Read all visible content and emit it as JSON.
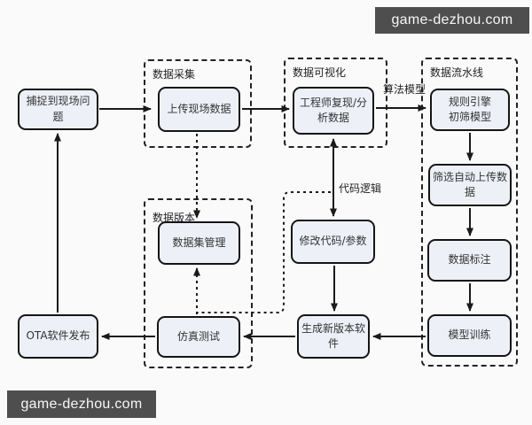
{
  "watermarks": {
    "top": "game-dezhou.com",
    "bottom": "game-dezhou.com"
  },
  "containers": {
    "data_collection": {
      "label": "数据采集"
    },
    "data_visualization": {
      "label": "数据可视化"
    },
    "data_pipeline": {
      "label": "数据流水线"
    },
    "data_version": {
      "label": "数据版本"
    }
  },
  "nodes": {
    "capture_issue": {
      "label": "捕捉到现场问题"
    },
    "upload_data": {
      "label": "上传现场数据"
    },
    "engineer_analyze": {
      "label": "工程师复现/分\n析数据"
    },
    "rule_engine": {
      "label": "规则引擎\n初筛模型"
    },
    "filter_upload": {
      "label": "筛选自动上传数\n据"
    },
    "data_annotation": {
      "label": "数据标注"
    },
    "model_training": {
      "label": "模型训练"
    },
    "dataset_management": {
      "label": "数据集管理"
    },
    "simulation_test": {
      "label": "仿真测试"
    },
    "ota_release": {
      "label": "OTA软件发布"
    },
    "modify_code": {
      "label": "修改代码/参数"
    },
    "new_version": {
      "label": "生成新版本软\n件"
    }
  },
  "edge_labels": {
    "algorithm_model": "算法模型",
    "code_logic": "代码逻辑"
  },
  "colors": {
    "background": "#fafafa",
    "node_fill": "#edf0f7",
    "line": "#1a1a1a",
    "watermark_bg": "#4e4e4e",
    "watermark_text": "#f7f7f7"
  }
}
